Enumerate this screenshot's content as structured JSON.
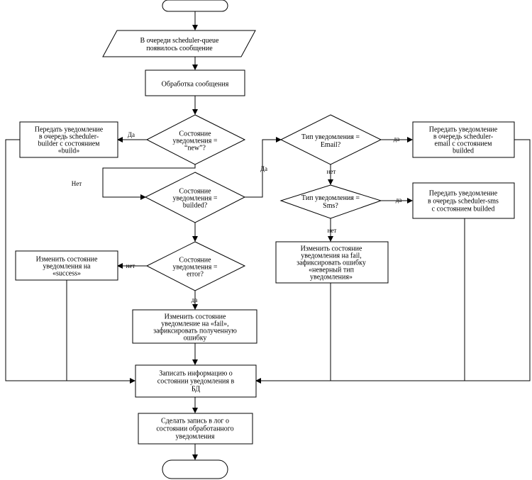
{
  "flowchart": {
    "start_terminal": "",
    "end_terminal": "",
    "input_message": [
      "В очереди scheduler-queue",
      "появилось сообщение"
    ],
    "process_message": [
      "Обработка сообщения"
    ],
    "decision_new": [
      "Состояние",
      "уведомления =",
      "“new”?"
    ],
    "move_to_builder": [
      "Передать уведомление",
      "в очередь scheduler-",
      "builder с состоянием",
      "«build»"
    ],
    "decision_builded": [
      "Состояние",
      "уведомления =",
      "builded?"
    ],
    "decision_error": [
      "Состояние",
      "уведомления =",
      "error?"
    ],
    "set_success": [
      "Изменить состояние",
      "уведомления на",
      "«success»"
    ],
    "set_fail_error": [
      "Изменить состояние",
      "уведомление на «fail»,",
      "зафиксировать полученную",
      "ошибку"
    ],
    "decision_email": [
      "Тип уведомления =",
      "Email?"
    ],
    "move_to_email": [
      "Передать уведомление",
      "в очередь scheduler-",
      "email с состоянием",
      "builded"
    ],
    "decision_sms": [
      "Тип уведомления =",
      "Sms?"
    ],
    "move_to_sms": [
      "Передать уведомление",
      "в очередь scheduler-sms",
      "с состоянием builded"
    ],
    "set_fail_type": [
      "Изменить состояние",
      "уведомления на  fail,",
      "зафиксировать ошибку",
      "«неверный тип",
      "уведомления»"
    ],
    "write_db": [
      "Записать информацию о",
      "состоянии уведомления в",
      "БД"
    ],
    "write_log": [
      "Сделать запись в лог о",
      "состоянии обработанного",
      "уведомления"
    ],
    "edge_labels": {
      "yes_new": "Да",
      "no_builded_side": "Нет",
      "yes_builded": "Да",
      "no_error": "нет",
      "yes_error": "да",
      "yes_email": "да",
      "no_email": "нет",
      "yes_sms": "да",
      "no_sms": "нет"
    }
  }
}
